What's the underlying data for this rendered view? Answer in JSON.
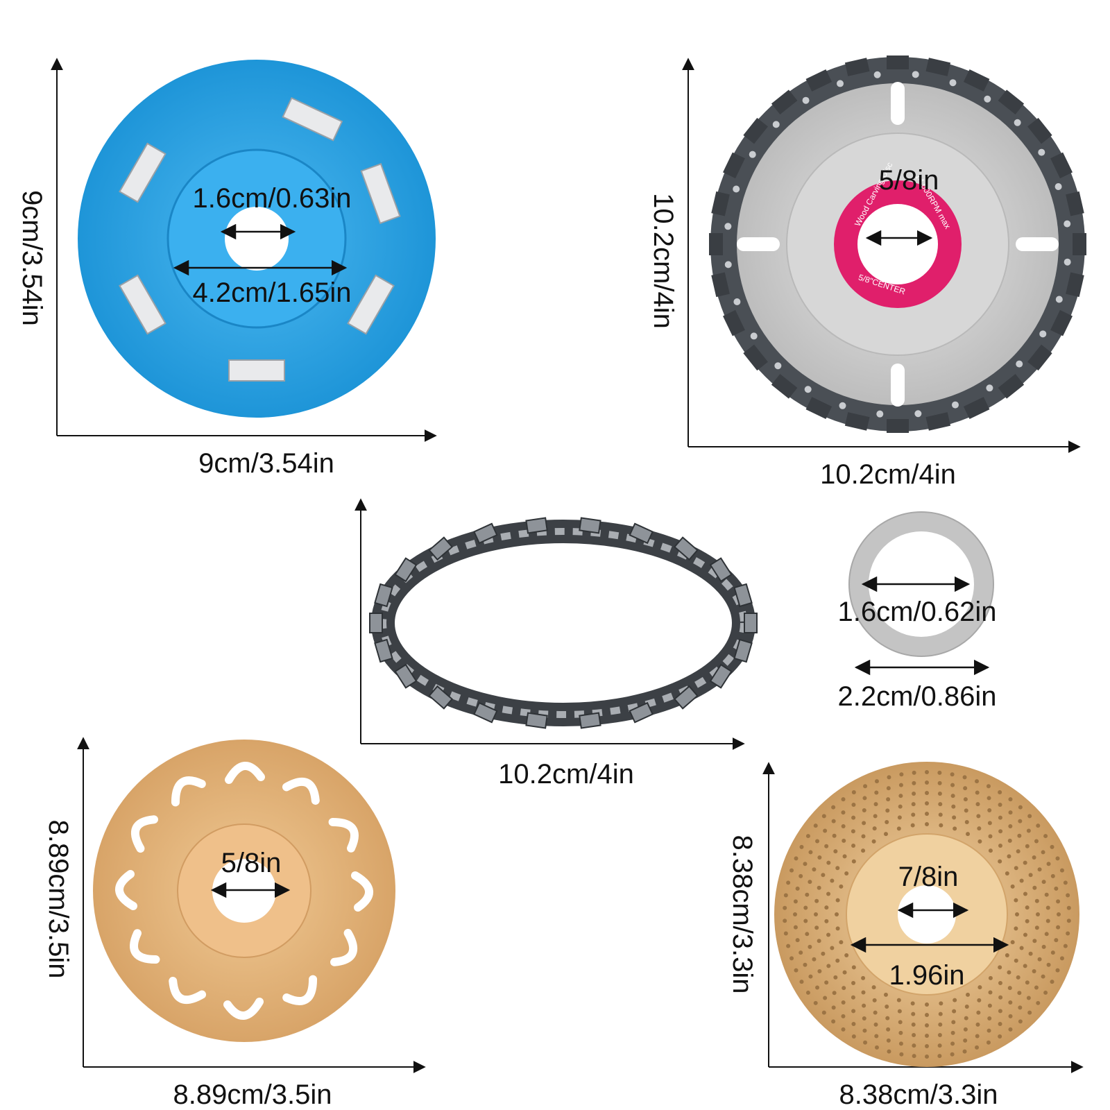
{
  "products": {
    "blue_disc": {
      "height_label": "9cm/3.54in",
      "width_label": "9cm/3.54in",
      "bore_label": "1.6cm/0.63in",
      "hub_label": "4.2cm/1.65in"
    },
    "chain_disc": {
      "height_label": "10.2cm/4in",
      "width_label": "10.2cm/4in",
      "bore_label": "5/8in",
      "disc_text_1": "Wood Carving Disc",
      "disc_text_2": "14,000RPM max",
      "disc_text_3": "5/8\"CENTER"
    },
    "chain_ring": {
      "width_label": "10.2cm/4in"
    },
    "washer": {
      "inner_label": "1.6cm/0.62in",
      "outer_label": "2.2cm/0.86in"
    },
    "gold_disc": {
      "height_label": "8.89cm/3.5in",
      "width_label": "8.89cm/3.5in",
      "bore_label": "5/8in"
    },
    "rasp_disc": {
      "height_label": "8.38cm/3.3in",
      "width_label": "8.38cm/3.3in",
      "bore_label": "7/8in",
      "hub_label": "1.96in"
    }
  },
  "colors": {
    "blue_disc": "#2aa3e6",
    "gold_disc": "#e2b27a",
    "rasp_disc": "#d9aa6f",
    "chain_disc_plate": "#cfcfcf",
    "chain_teeth": "#4a4f55",
    "label_ring": "#e01f6b",
    "washer": "#c8c8c8"
  }
}
